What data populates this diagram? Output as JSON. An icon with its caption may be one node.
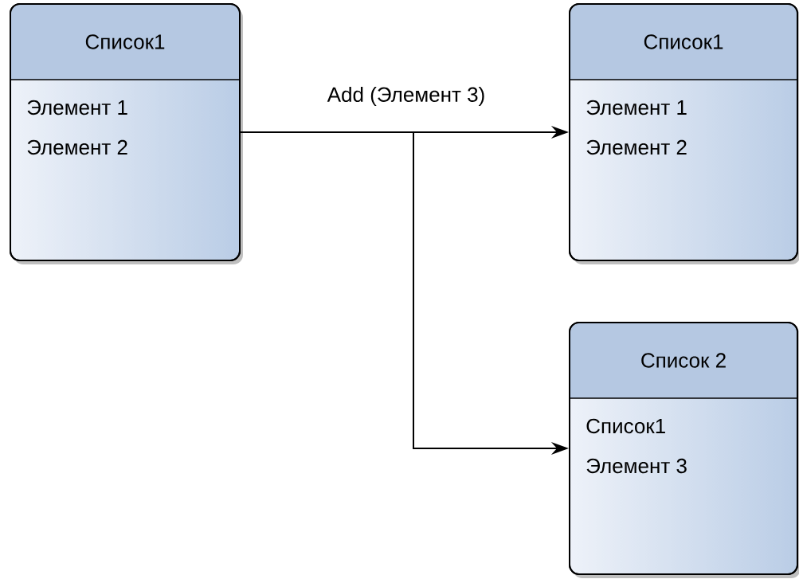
{
  "diagram": {
    "nodes": [
      {
        "text": [
          "Список1",
          "Элемент 1",
          "Элемент 2"
        ]
      },
      {
        "text": [
          "Список1",
          "Элемент 1",
          "Элемент 2"
        ]
      },
      {
        "text": [
          "Список 2",
          "Список1",
          "Элемент 3"
        ]
      }
    ],
    "edges": [
      {
        "from": 0,
        "to": 1,
        "arrow": "to",
        "label": "Add (Элемент 3)"
      },
      {
        "from": 0,
        "to": 2,
        "arrow": "to"
      }
    ]
  }
}
